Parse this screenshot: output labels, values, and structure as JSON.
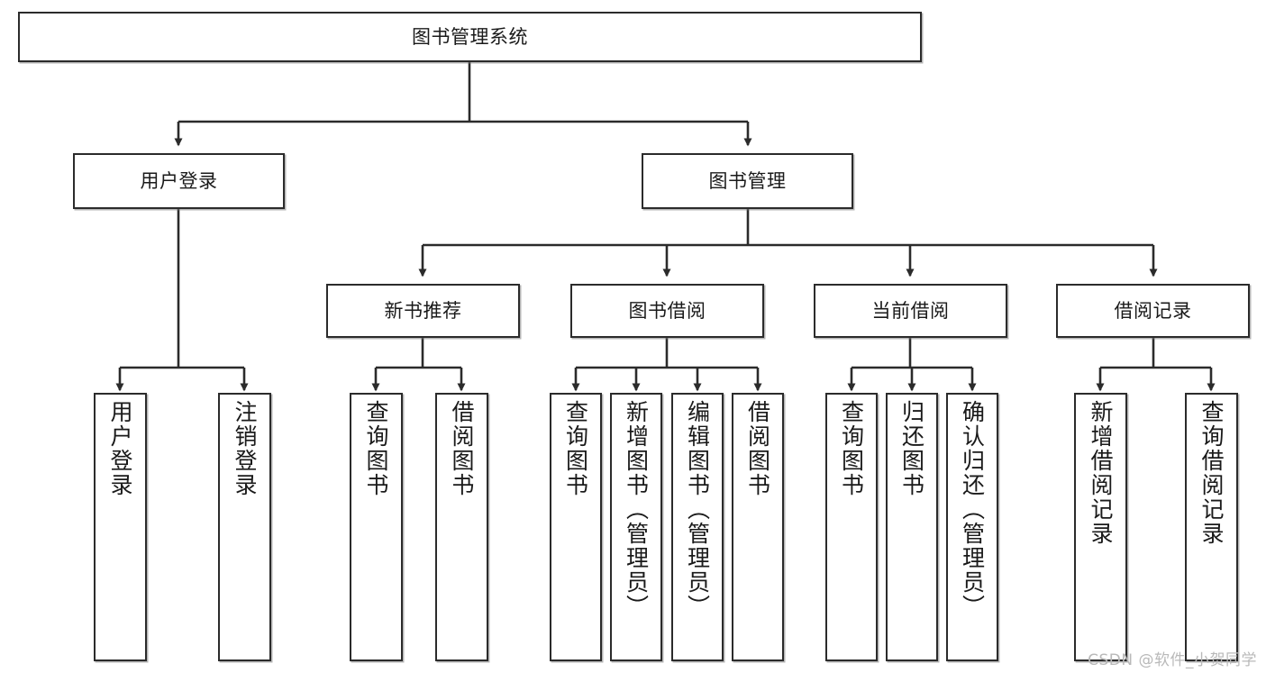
{
  "diagram": {
    "title": "图书管理系统",
    "watermark": "CSDN @软件_小贺同学",
    "edge_color": "#2b2b2b",
    "node_border_color": "#2b2b2b",
    "node_fill_color": "#ffffff",
    "text_color": "#1a1a1a",
    "root": {
      "label": "图书管理系统"
    },
    "level2": [
      {
        "label": "用户登录"
      },
      {
        "label": "图书管理"
      }
    ],
    "level3": [
      {
        "label": "新书推荐"
      },
      {
        "label": "图书借阅"
      },
      {
        "label": "当前借阅"
      },
      {
        "label": "借阅记录"
      }
    ],
    "leaves": {
      "user_login": [
        {
          "label": "用户登录"
        },
        {
          "label": "注销登录"
        }
      ],
      "new_book_recommend": [
        {
          "label": "查询图书"
        },
        {
          "label": "借阅图书"
        }
      ],
      "book_borrow": [
        {
          "label": "查询图书"
        },
        {
          "label": "新增图书（管理员）"
        },
        {
          "label": "编辑图书（管理员）"
        },
        {
          "label": "借阅图书"
        }
      ],
      "current_borrow": [
        {
          "label": "查询图书"
        },
        {
          "label": "归还图书"
        },
        {
          "label": "确认归还（管理员）"
        }
      ],
      "borrow_record": [
        {
          "label": "新增借阅记录"
        },
        {
          "label": "查询借阅记录"
        }
      ]
    }
  }
}
